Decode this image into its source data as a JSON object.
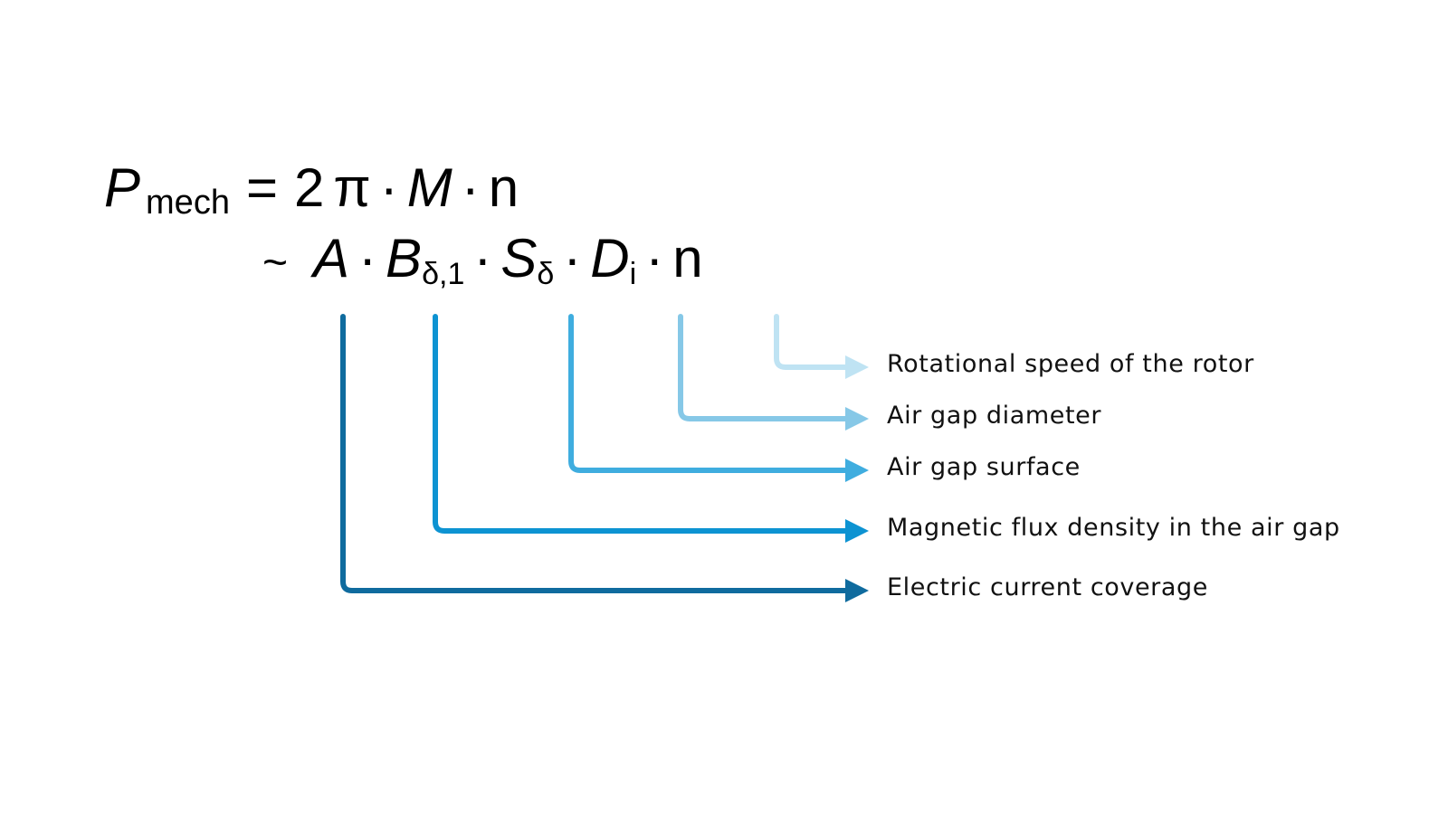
{
  "formula": {
    "line1": {
      "p_symbol": "P",
      "p_subscript": "mech",
      "equals": "=",
      "two": "2",
      "pi": "π",
      "dot1": "·",
      "m_symbol": "M",
      "dot2": "·",
      "n_symbol": "n"
    },
    "line2": {
      "tilde": "~",
      "a_symbol": "A",
      "dot1": "·",
      "b_symbol": "B",
      "b_subscript": "δ,1",
      "dot2": "·",
      "s_symbol": "S",
      "s_subscript": "δ",
      "dot3": "·",
      "d_symbol": "D",
      "d_subscript": "i",
      "dot4": "·",
      "n_symbol": "n"
    }
  },
  "annotations": [
    {
      "label": "Rotational speed of the rotor",
      "color": "#bfe3f3"
    },
    {
      "label": "Air gap diameter",
      "color": "#86c8e7"
    },
    {
      "label": "Air gap surface",
      "color": "#3faddf"
    },
    {
      "label": "Magnetic flux density in the air gap",
      "color": "#0d93d2"
    },
    {
      "label": "Electric current coverage",
      "color": "#0f6b9e"
    }
  ]
}
